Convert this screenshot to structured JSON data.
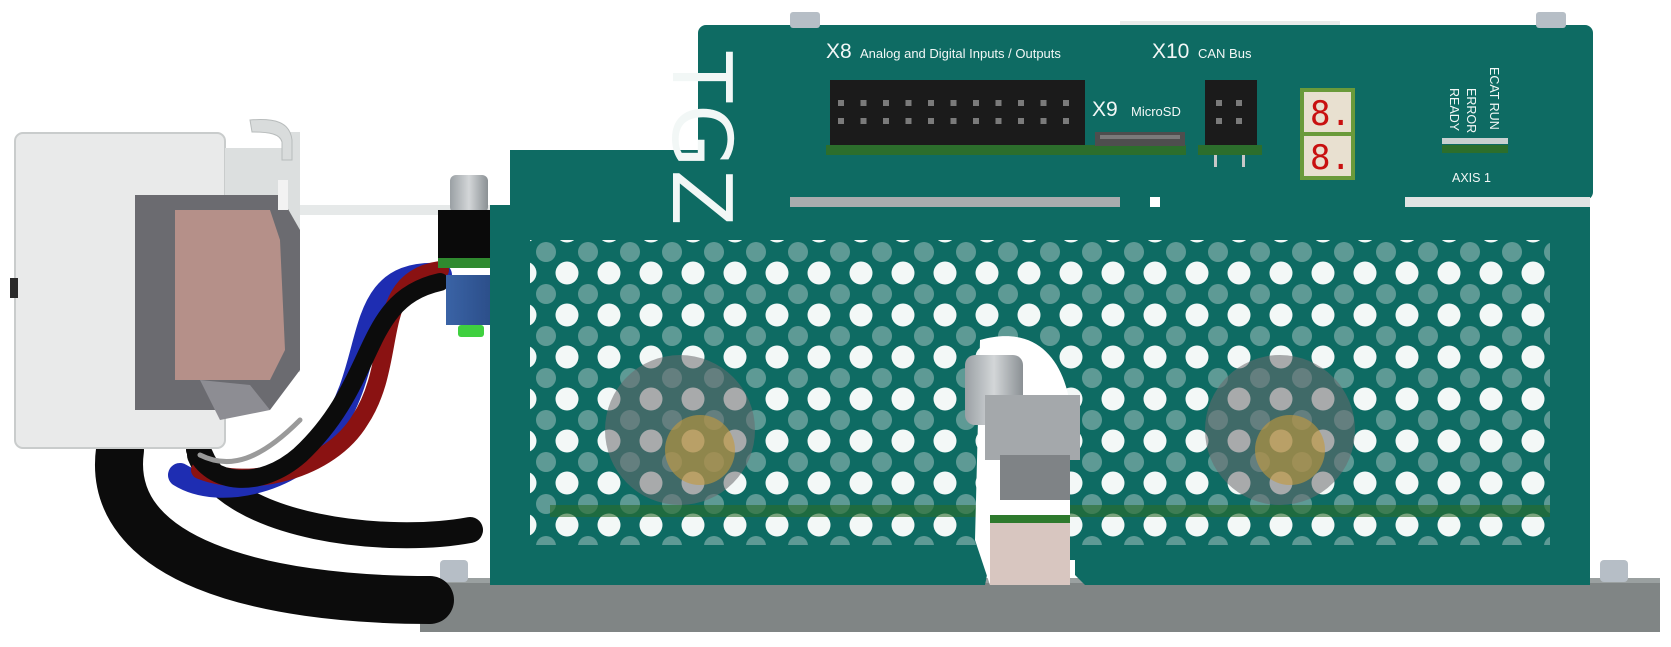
{
  "brand_logo": "TGZ",
  "connectors": {
    "x8": {
      "id": "X8",
      "desc": "Analog and Digital Inputs / Outputs"
    },
    "x9": {
      "id": "X9",
      "desc": "MicroSD"
    },
    "x10": {
      "id": "X10",
      "desc": "CAN Bus"
    }
  },
  "status_leds": [
    "ECAT RUN",
    "ERROR",
    "READY"
  ],
  "axis_label": "AXIS 1",
  "seven_segment": [
    "8.",
    "8."
  ],
  "colors": {
    "housing": "#0e6b63",
    "base_plate": "#808585",
    "accent_led_segment": "#c81010",
    "din_clip": "#e9eaea"
  }
}
